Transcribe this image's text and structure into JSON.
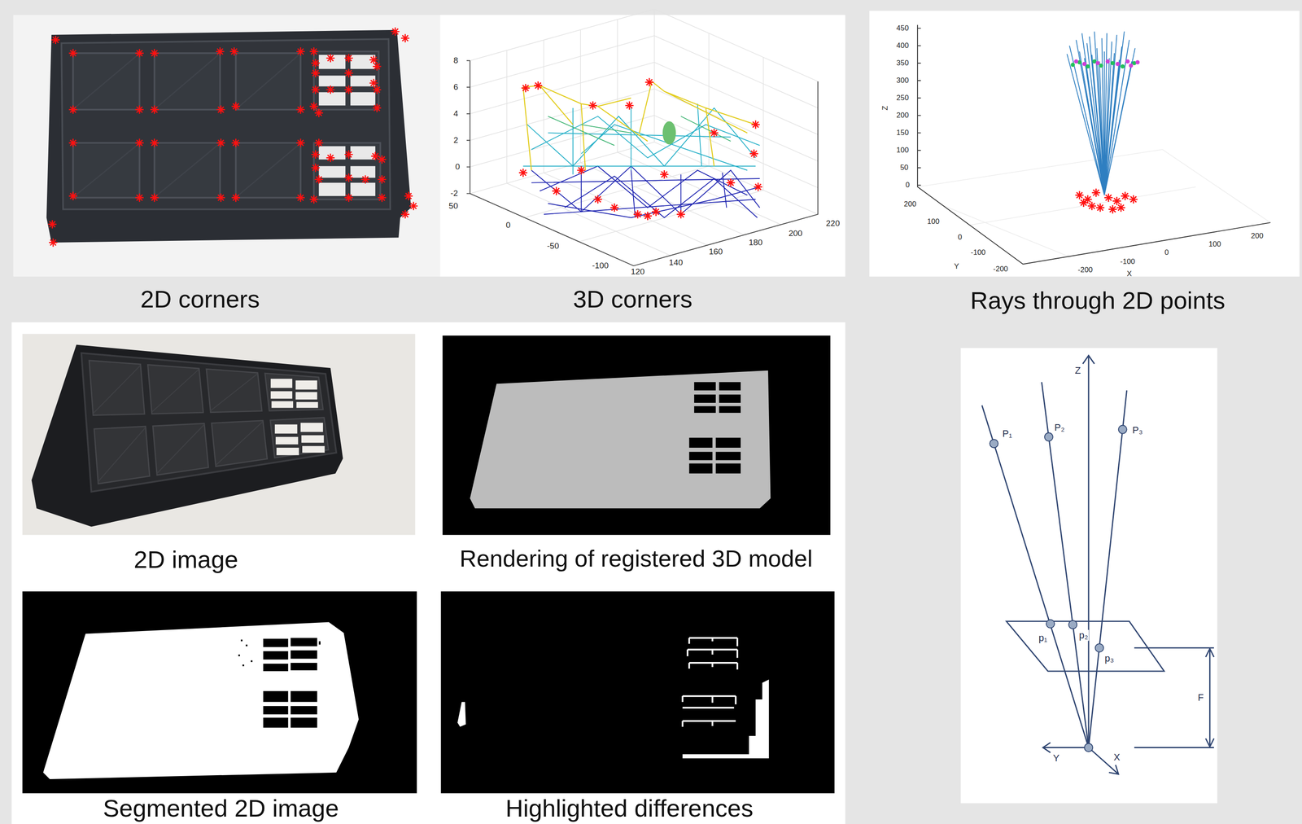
{
  "diagram": {
    "labels": [
      "2D corners",
      "3D corners",
      "Rays through 2D points",
      "8",
      "6",
      "4",
      "2",
      "0",
      "-2",
      "50",
      "0",
      "-50",
      "-100",
      "120",
      "140",
      "160",
      "180",
      "200",
      "220",
      "450",
      "400",
      "350",
      "300",
      "250",
      "200",
      "150",
      "100",
      "50",
      "0",
      "Z",
      "200",
      "100",
      "0",
      "-100",
      "-200",
      "Y",
      "-200",
      "-100",
      "0",
      "100",
      "200",
      "X",
      "2D image",
      "Rendering of registered 3D model",
      "Segmented 2D image",
      "Highlighted differences",
      "Z",
      "P₁",
      "P₂",
      "P₃",
      "p₁",
      "p₂",
      "p₃",
      "F",
      "Y",
      "X"
    ]
  }
}
